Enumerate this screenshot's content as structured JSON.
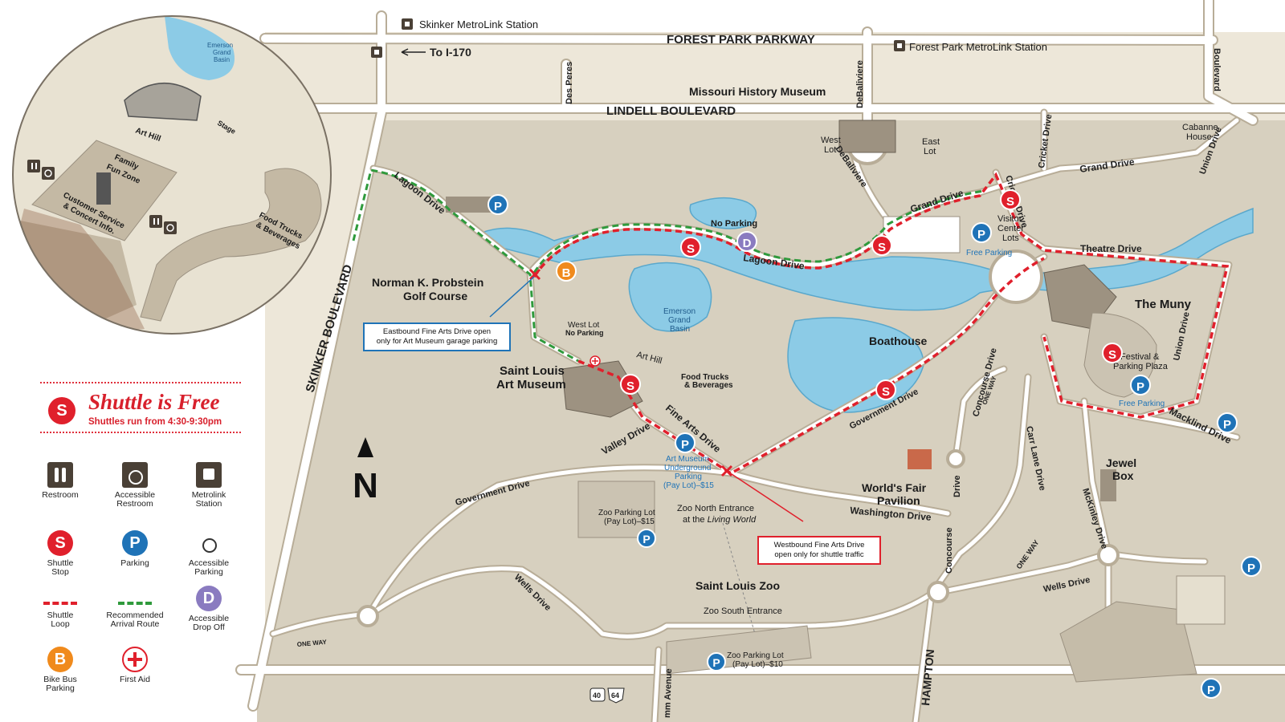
{
  "roads": {
    "forest_park_parkway": "FOREST PARK PARKWAY",
    "lindell": "LINDELL BOULEVARD",
    "skinker": "SKINKER BOULEVARD",
    "des_peres": "Des Peres",
    "debaliviere_top": "DeBaliviere",
    "debaliviere_loop": "DeBaliviere",
    "boulevard": "Boulevard",
    "union_drive_top": "Union Drive",
    "union_drive_right": "Union Drive",
    "grand_drive_top": "Grand Drive",
    "grand_drive_mid": "Grand Drive",
    "cricket_drive_top": "Cricket Drive",
    "cricket_drive_mid": "Cricket Drive",
    "lagoon_drive_left": "Lagoon Drive",
    "lagoon_drive_mid": "Lagoon Drive",
    "theatre_drive": "Theatre Drive",
    "fine_arts_drive": "Fine Arts Drive",
    "valley_drive": "Valley Drive",
    "government_drive_left": "Government Drive",
    "government_drive_right": "Government Drive",
    "concourse_drive_top": "Concourse Drive",
    "concourse_drive_mid": "Drive",
    "concourse_drive_bottom": "Concourse",
    "carr_lane": "Carr Lane Drive",
    "washington_drive": "Washington Drive",
    "wells_drive_left": "Wells Drive",
    "wells_drive_right": "Wells Drive",
    "mckinley_drive": "McKinley Drive",
    "macklind_drive": "Macklind Drive",
    "hampton": "HAMPTON",
    "one_way_1": "ONE WAY",
    "one_way_2": "ONE WAY",
    "one_way_3": "ONE WAY",
    "to_i170": "To I-170",
    "hw40": "40",
    "hw64": "64",
    "mm_avenue": "mm Avenue"
  },
  "places": {
    "skinker_metrolink": "Skinker MetroLink Station",
    "forest_park_metrolink": "Forest Park MetroLink Station",
    "history_museum": "Missouri History Museum",
    "west_lot_1": "West",
    "west_lot_2": "Lot",
    "east_lot_1": "East",
    "east_lot_2": "Lot",
    "cabanne_1": "Cabanne",
    "cabanne_2": "House",
    "golf_1": "Norman K. Probstein",
    "golf_2": "Golf Course",
    "no_parking": "No Parking",
    "visitor_1": "Visitor",
    "visitor_2": "Center",
    "visitor_3": "Lots",
    "free_parking_1": "Free Parking",
    "free_parking_2": "Free Parking",
    "emerson_1": "Emerson",
    "emerson_2": "Grand",
    "emerson_3": "Basin",
    "boathouse": "Boathouse",
    "muny": "The Muny",
    "festival_1": "Festival &",
    "festival_2": "Parking Plaza",
    "west_lot_museum": "West Lot",
    "no_parking_museum": "No Parking",
    "art_hill": "Art Hill",
    "art_museum_1": "Saint Louis",
    "art_museum_2": "Art Museum",
    "food_trucks_1": "Food Trucks",
    "food_trucks_2": "& Beverages",
    "underground_1": "Art Museum",
    "underground_2": "Underground",
    "underground_3": "Parking",
    "underground_4": "(Pay Lot)–$15",
    "zoo_lot_1": "Zoo Parking Lot",
    "zoo_lot_2": "(Pay Lot)–$15",
    "zoo_north_1": "Zoo North Entrance",
    "zoo_north_2a": "at the ",
    "zoo_north_2b": "Living World",
    "worlds_fair_1": "World's Fair",
    "worlds_fair_2": "Pavilion",
    "jewel_box_1": "Jewel",
    "jewel_box_2": "Box",
    "zoo": "Saint Louis Zoo",
    "zoo_south": "Zoo South Entrance",
    "zoo_south_lot_1": "Zoo Parking Lot",
    "zoo_south_lot_2": "(Pay Lot)–$10"
  },
  "notes": {
    "eastbound_1": "Eastbound Fine Arts Drive open",
    "eastbound_2": "only for Art Museum garage parking",
    "westbound_1": "Westbound Fine Arts Drive",
    "westbound_2": "open only for shuttle traffic"
  },
  "inset": {
    "emerson_1": "Emerson",
    "emerson_2": "Grand",
    "emerson_3": "Basin",
    "art_hill": "Art Hill",
    "stage": "Stage",
    "family_1": "Family",
    "family_2": "Fun Zone",
    "customer_1": "Customer Service",
    "customer_2": "& Concert Info.",
    "food_1": "Food Trucks",
    "food_2": "& Beverages"
  },
  "markers": {
    "shuttle": "S",
    "parking": "P",
    "drop_off": "D",
    "bike": "B",
    "north": "N"
  },
  "legend": {
    "title": "Shuttle is Free",
    "subtitle": "Shuttles run from 4:30-9:30pm",
    "restroom": "Restroom",
    "accessible_restroom_1": "Accessible",
    "accessible_restroom_2": "Restroom",
    "metrolink_1": "Metrolink",
    "metrolink_2": "Station",
    "shuttle_stop_1": "Shuttle",
    "shuttle_stop_2": "Stop",
    "parking": "Parking",
    "accessible_parking_1": "Accessible",
    "accessible_parking_2": "Parking",
    "shuttle_loop_1": "Shuttle",
    "shuttle_loop_2": "Loop",
    "arrival_1": "Recommended",
    "arrival_2": "Arrival Route",
    "drop_off_1": "Accessible",
    "drop_off_2": "Drop Off",
    "bike_1": "Bike Bus",
    "bike_2": "Parking",
    "first_aid": "First Aid"
  },
  "colors": {
    "land": "#cbc3b2",
    "road": "#ffffff",
    "road_edge": "#b8ad98",
    "water": "#8ccbe6",
    "water_edge": "#5aa8cc",
    "shuttle_red": "#e0202c",
    "arrival_green": "#2f9a3c",
    "parking_blue": "#1f73b7",
    "bike_orange": "#f08a1c",
    "dropoff_purple": "#8a7bc0",
    "metrolink_box": "#4a4036"
  }
}
